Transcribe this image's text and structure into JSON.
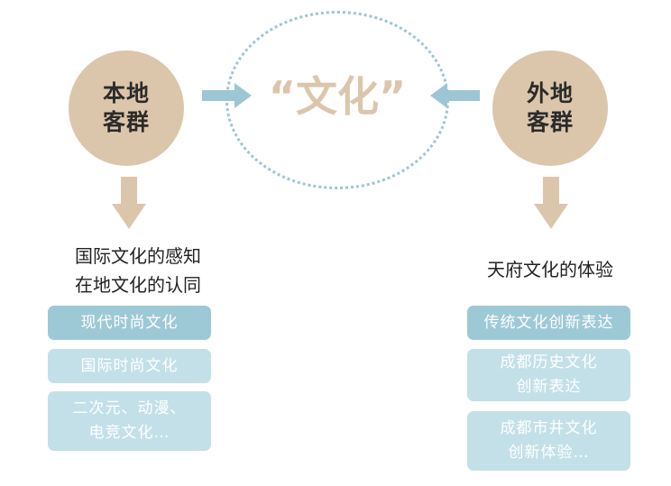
{
  "colors": {
    "circle_fill": "#dcc6ab",
    "arrow_tan": "#dcc6ab",
    "arrow_blue": "#9cc6d4",
    "ellipse_dots": "#9cc6d4",
    "box_dark": "#9dc9d7",
    "box_light": "#c3e0e8"
  },
  "center": {
    "word": "“文化”"
  },
  "left": {
    "circle_label": "本地客群",
    "heading_lines": [
      "国际文化的感知",
      "在地文化的认同"
    ],
    "boxes": [
      {
        "lines": [
          "现代时尚文化"
        ],
        "style": "dark"
      },
      {
        "lines": [
          "国际时尚文化"
        ],
        "style": "light"
      },
      {
        "lines": [
          "二次元、动漫、",
          "电竞文化…"
        ],
        "style": "light"
      }
    ]
  },
  "right": {
    "circle_label": "外地客群",
    "heading_lines": [
      "天府文化的体验"
    ],
    "boxes": [
      {
        "lines": [
          "传统文化创新表达"
        ],
        "style": "dark"
      },
      {
        "lines": [
          "成都历史文化",
          "创新表达"
        ],
        "style": "light"
      },
      {
        "lines": [
          "成都市井文化",
          "创新体验…"
        ],
        "style": "light"
      }
    ]
  }
}
